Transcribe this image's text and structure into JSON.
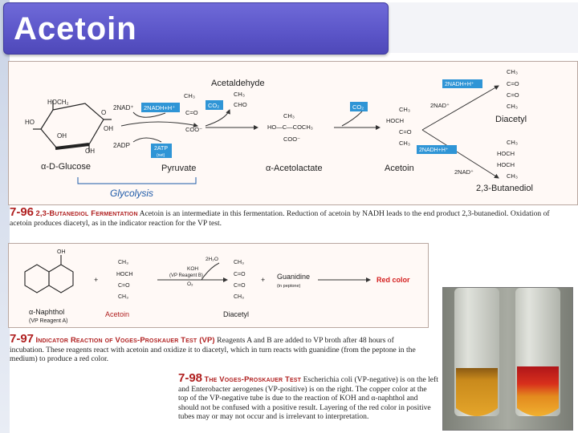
{
  "slide": {
    "title": "Acetoin"
  },
  "fig96": {
    "acetaldehyde": "Acetaldehyde",
    "glucose_label": "α-D-Glucose",
    "pyruvate": "Pyruvate",
    "acetolactate": "α-Acetolactate",
    "acetoin": "Acetoin",
    "diacetyl": "Diacetyl",
    "butanediol": "2,3-Butanediol",
    "glycolysis": "Glycolysis",
    "cofactors": {
      "nad": "2NAD⁺",
      "nadh": "2NADH+H⁺",
      "adp": "2ADP",
      "atp": "2ATP",
      "atp_sub": "(net)",
      "co2": "CO₂"
    },
    "number": "7-96",
    "heading": "2,3-Butanediol Fermentation",
    "caption": "Acetoin is an intermediate in this fermentation. Reduction of acetoin by NADH leads to the end product 2,3-butanediol. Oxidation of acetoin produces diacetyl, as in the indicator reaction for the VP test."
  },
  "fig97": {
    "naphthol": "α-Naphthol",
    "reagent_a": "(VP Reagent A)",
    "acetoin": "Acetoin",
    "koh": "KOH",
    "reagent_b": "(VP Reagent B)",
    "o2": "O₂",
    "h2o": "2H₂O",
    "diacetyl": "Diacetyl",
    "guanidine": "Guanidine",
    "in_peptone": "(in peptone)",
    "red_color": "Red color",
    "number": "7-97",
    "heading": "Indicator Reaction of Voges-Proskauer Test (VP)",
    "caption": "Reagents A and B are added to VP broth after 48 hours of incubation. These reagents react with acetoin and oxidize it to diacetyl, which in turn reacts with guanidine (from the peptone in the medium) to produce a red color."
  },
  "fig98": {
    "number": "7-98",
    "heading": "The Voges-Proskauer Test",
    "caption": "Escherichia coli (VP-negative) is on the left and Enterobacter aerogenes (VP-positive) is on the right. The copper color at the top of the VP-negative tube is due to the reaction of KOH and α-naphthol and should not be confused with a positive result. Layering of the red color in positive tubes may or may not occur and is irrelevant to interpretation."
  },
  "colors": {
    "title_bg": "#5b55c8",
    "accent_red": "#b02020",
    "box_blue": "#2f95d6",
    "label_blue": "#1e5aa8"
  }
}
